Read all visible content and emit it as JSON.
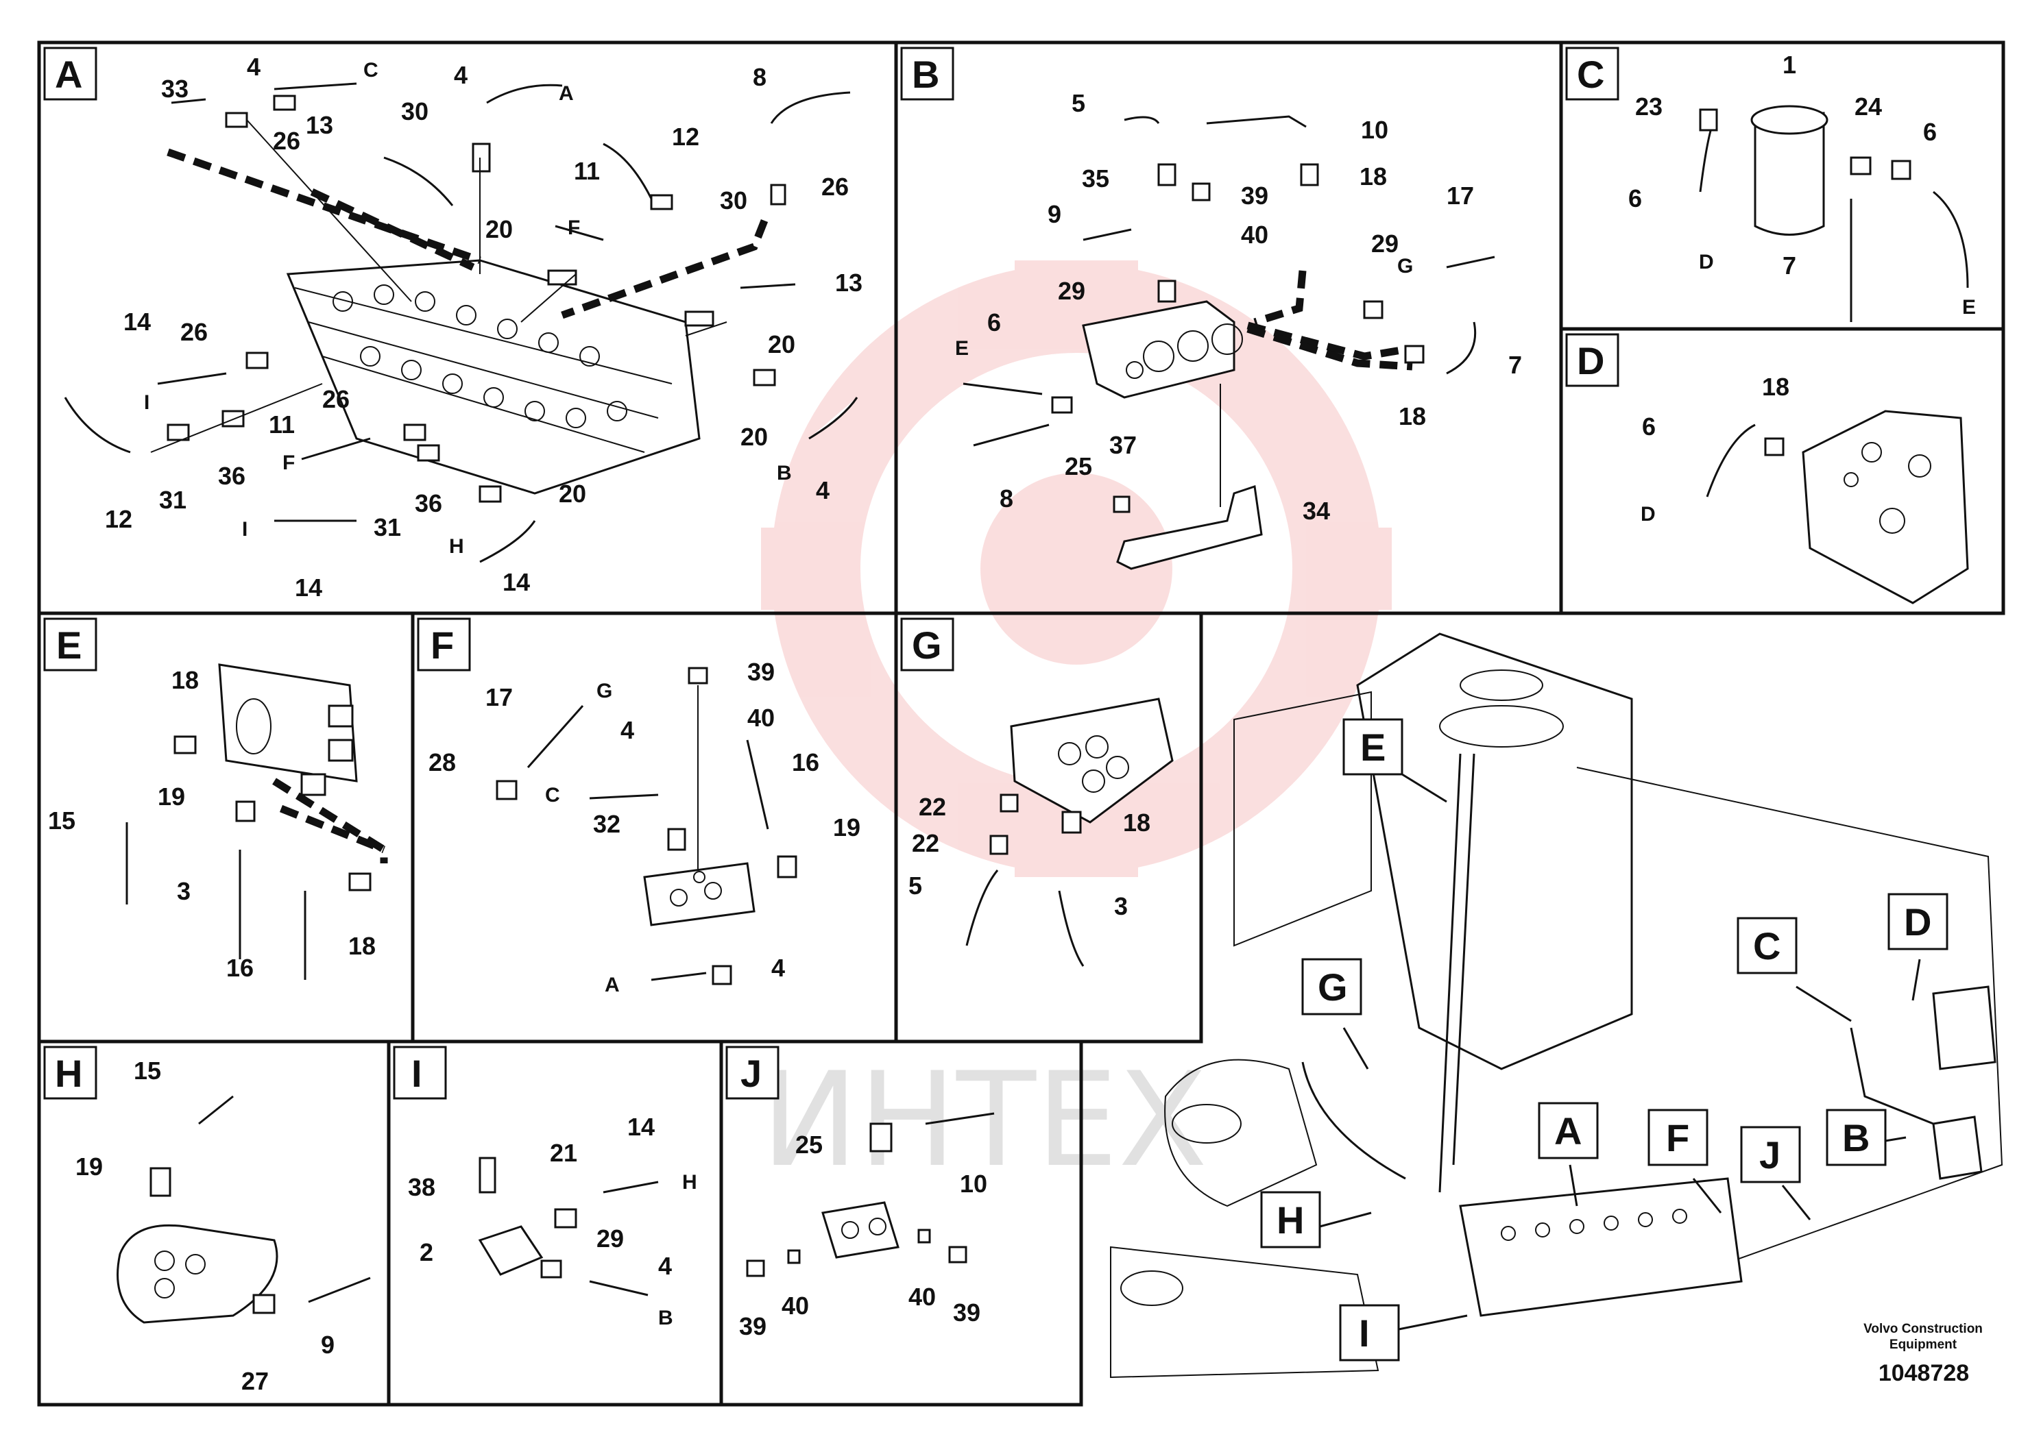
{
  "panels": {
    "A": {
      "letter": "A",
      "callouts": [
        "33",
        "4",
        "C",
        "4",
        "A",
        "8",
        "26",
        "13",
        "30",
        "12",
        "26",
        "11",
        "F",
        "30",
        "20",
        "13",
        "26",
        "14",
        "I",
        "20",
        "12",
        "31",
        "36",
        "26",
        "11",
        "F",
        "20",
        "36",
        "31",
        "B",
        "4",
        "20",
        "I",
        "14",
        "H",
        "14"
      ]
    },
    "B": {
      "letter": "B",
      "callouts": [
        "5",
        "10",
        "35",
        "18",
        "39",
        "40",
        "9",
        "17",
        "G",
        "29",
        "29",
        "E",
        "6",
        "18",
        "7",
        "25",
        "8",
        "37",
        "34"
      ]
    },
    "C": {
      "letter": "C",
      "callouts": [
        "1",
        "23",
        "24",
        "6",
        "6",
        "D",
        "7",
        "E"
      ]
    },
    "D": {
      "letter": "D",
      "callouts": [
        "18",
        "6",
        "D"
      ]
    },
    "E": {
      "letter": "E",
      "callouts": [
        "18",
        "19",
        "15",
        "3",
        "16",
        "18"
      ]
    },
    "F": {
      "letter": "F",
      "callouts": [
        "39",
        "40",
        "17",
        "G",
        "4",
        "28",
        "C",
        "16",
        "32",
        "19",
        "A",
        "4"
      ]
    },
    "G": {
      "letter": "G",
      "callouts": [
        "22",
        "22",
        "18",
        "5",
        "3"
      ]
    },
    "H": {
      "letter": "H",
      "callouts": [
        "15",
        "19",
        "9",
        "27"
      ]
    },
    "I": {
      "letter": "I",
      "callouts": [
        "38",
        "21",
        "14",
        "H",
        "29",
        "2",
        "4",
        "B"
      ]
    },
    "J": {
      "letter": "J",
      "callouts": [
        "25",
        "10",
        "39",
        "40",
        "40",
        "39"
      ]
    }
  },
  "overview_labels": [
    "E",
    "G",
    "C",
    "D",
    "A",
    "F",
    "J",
    "B",
    "H",
    "I"
  ],
  "footer": {
    "company_line1": "Volvo Construction",
    "company_line2": "Equipment",
    "part_number": "1048728"
  },
  "watermark": "ИНТЕХ",
  "colors": {
    "line": "#111111",
    "watermark_red": "#e23a3a",
    "background": "#ffffff"
  }
}
